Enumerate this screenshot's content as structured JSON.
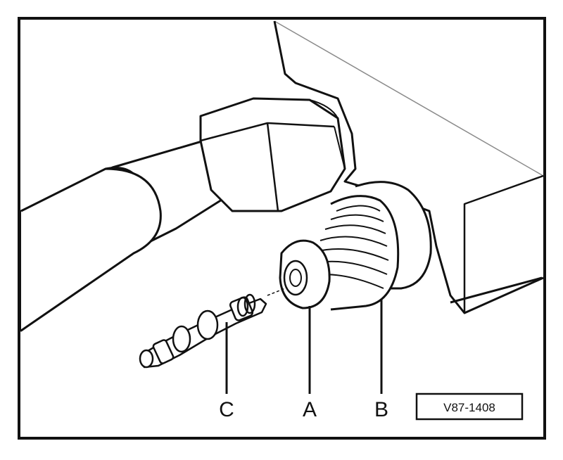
{
  "callouts": {
    "a": "A",
    "b": "B",
    "c": "C"
  },
  "reference_code": "V87-1408",
  "colors": {
    "line": "#111111",
    "fill": "#ffffff",
    "thin_line": "#8a8a8a",
    "frame": "#111111"
  }
}
